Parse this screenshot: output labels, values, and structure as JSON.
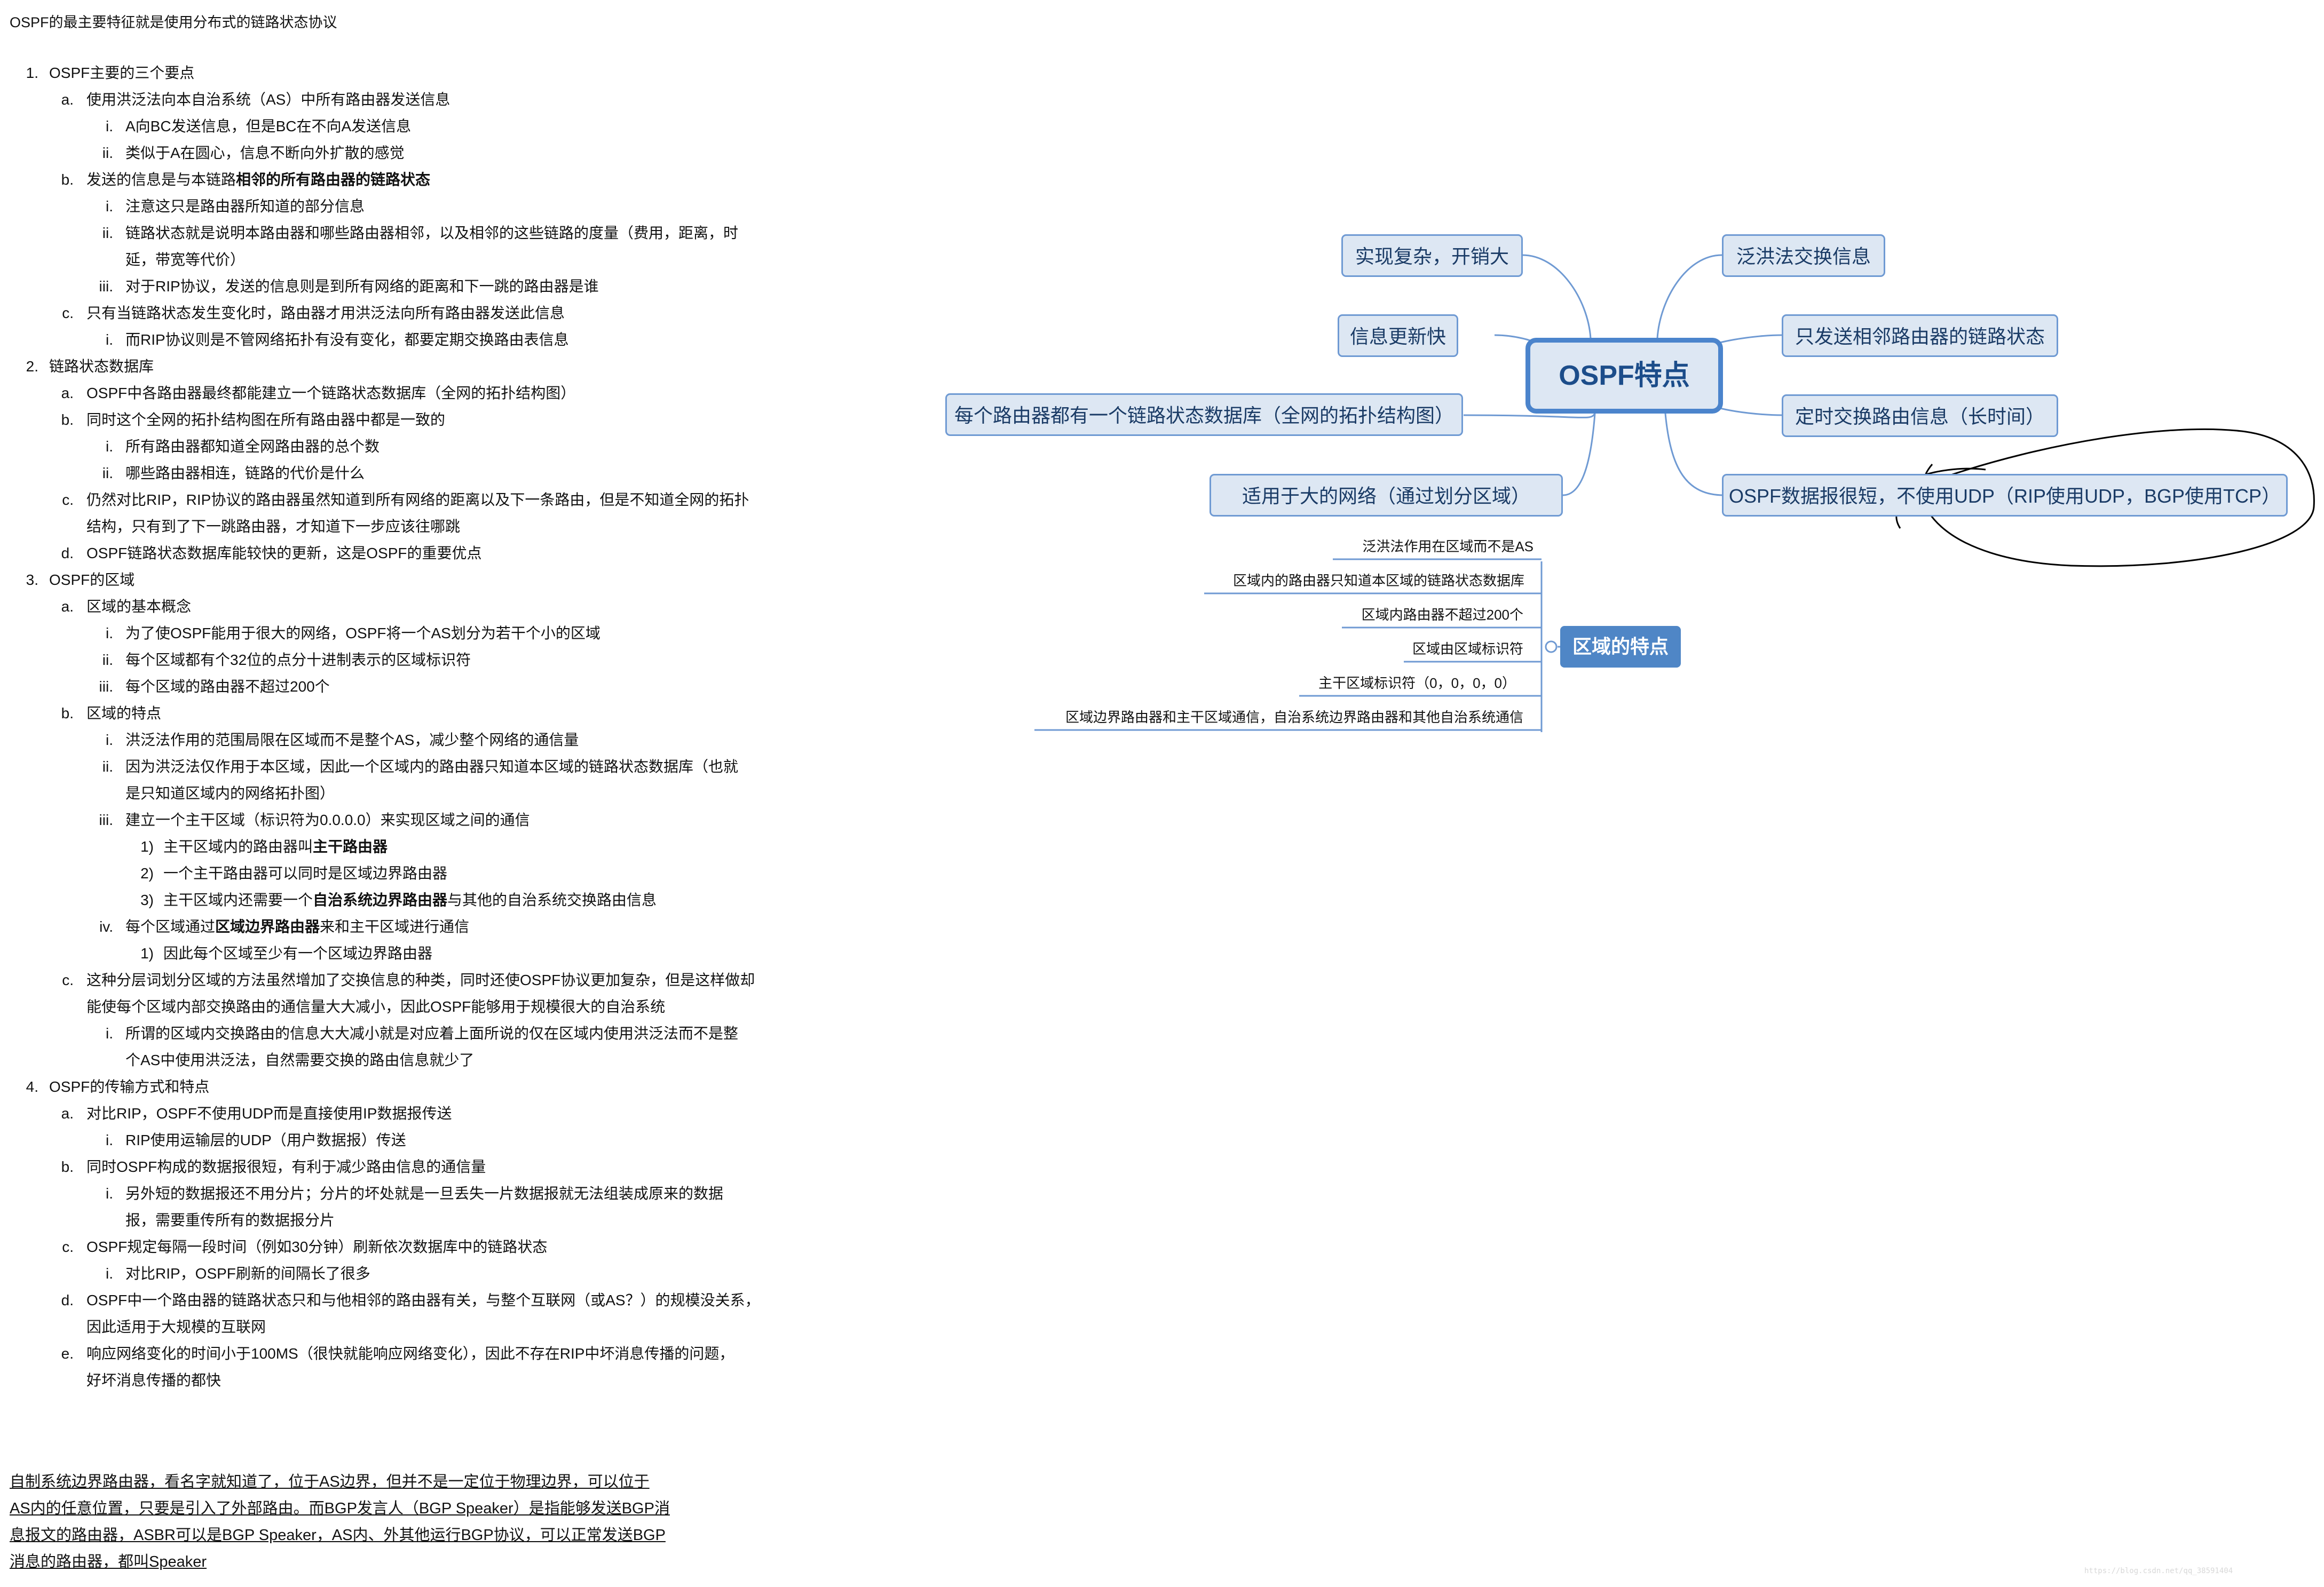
{
  "notes": {
    "title": "OSPF的最主要特征就是使用分布式的链路状态协议",
    "s1": {
      "marker": "1.",
      "label": "OSPF主要的三个要点",
      "a": {
        "marker": "a.",
        "label": "使用洪泛法向本自治系统（AS）中所有路由器发送信息",
        "i": {
          "marker": "i.",
          "label": "A向BC发送信息，但是BC在不向A发送信息"
        },
        "ii": {
          "marker": "ii.",
          "label": "类似于A在圆心，信息不断向外扩散的感觉"
        }
      },
      "b": {
        "marker": "b.",
        "label_pre": "发送的信息是与本链路",
        "label_bold": "相邻的所有路由器的链路状态",
        "i": {
          "marker": "i.",
          "label": "注意这只是路由器所知道的部分信息"
        },
        "ii": {
          "marker": "ii.",
          "label": "链路状态就是说明本路由器和哪些路由器相邻，以及相邻的这些链路的度量（费用，距离，时",
          "label2": "延，带宽等代价）"
        },
        "iii": {
          "marker": "iii.",
          "label": "对于RIP协议，发送的信息则是到所有网络的距离和下一跳的路由器是谁"
        }
      },
      "c": {
        "marker": "c.",
        "label": "只有当链路状态发生变化时，路由器才用洪泛法向所有路由器发送此信息",
        "i": {
          "marker": "i.",
          "label": "而RIP协议则是不管网络拓扑有没有变化，都要定期交换路由表信息"
        }
      }
    },
    "s2": {
      "marker": "2.",
      "label": "链路状态数据库",
      "a": {
        "marker": "a.",
        "label": "OSPF中各路由器最终都能建立一个链路状态数据库（全网的拓扑结构图）"
      },
      "b": {
        "marker": "b.",
        "label": "同时这个全网的拓扑结构图在所有路由器中都是一致的",
        "i": {
          "marker": "i.",
          "label": "所有路由器都知道全网路由器的总个数"
        },
        "ii": {
          "marker": "ii.",
          "label": "哪些路由器相连，链路的代价是什么"
        }
      },
      "c": {
        "marker": "c.",
        "label": "仍然对比RIP，RIP协议的路由器虽然知道到所有网络的距离以及下一条路由，但是不知道全网的拓扑",
        "label2": "结构，只有到了下一跳路由器，才知道下一步应该往哪跳"
      },
      "d": {
        "marker": "d.",
        "label": "OSPF链路状态数据库能较快的更新，这是OSPF的重要优点"
      }
    },
    "s3": {
      "marker": "3.",
      "label": "OSPF的区域",
      "a": {
        "marker": "a.",
        "label": "区域的基本概念",
        "i": {
          "marker": "i.",
          "label": "为了使OSPF能用于很大的网络，OSPF将一个AS划分为若干个小的区域"
        },
        "ii": {
          "marker": "ii.",
          "label": "每个区域都有个32位的点分十进制表示的区域标识符"
        },
        "iii": {
          "marker": "iii.",
          "label": "每个区域的路由器不超过200个"
        }
      },
      "b": {
        "marker": "b.",
        "label": "区域的特点",
        "i": {
          "marker": "i.",
          "label": "洪泛法作用的范围局限在区域而不是整个AS，减少整个网络的通信量"
        },
        "ii": {
          "marker": "ii.",
          "label": "因为洪泛法仅作用于本区域，因此一个区域内的路由器只知道本区域的链路状态数据库（也就",
          "label2": "是只知道区域内的网络拓扑图）"
        },
        "iii": {
          "marker": "iii.",
          "label": "建立一个主干区域（标识符为0.0.0.0）来实现区域之间的通信",
          "n1": {
            "marker": "1)",
            "label_pre": "主干区域内的路由器叫",
            "label_bold": "主干路由器"
          },
          "n2": {
            "marker": "2)",
            "label": "一个主干路由器可以同时是区域边界路由器"
          },
          "n3": {
            "marker": "3)",
            "label_pre": "主干区域内还需要一个",
            "label_bold": "自治系统边界路由器",
            "label_post": "与其他的自治系统交换路由信息"
          }
        },
        "iv": {
          "marker": "iv.",
          "label_pre": "每个区域通过",
          "label_bold": "区域边界路由器",
          "label_post": "来和主干区域进行通信",
          "n1": {
            "marker": "1)",
            "label": "因此每个区域至少有一个区域边界路由器"
          }
        }
      },
      "c": {
        "marker": "c.",
        "label": "这种分层词划分区域的方法虽然增加了交换信息的种类，同时还使OSPF协议更加复杂，但是这样做却",
        "label2": "能使每个区域内部交换路由的通信量大大减小，因此OSPF能够用于规模很大的自治系统",
        "i": {
          "marker": "i.",
          "label": "所谓的区域内交换路由的信息大大减小就是对应着上面所说的仅在区域内使用洪泛法而不是整",
          "label2": "个AS中使用洪泛法，自然需要交换的路由信息就少了"
        }
      }
    },
    "s4": {
      "marker": "4.",
      "label": "OSPF的传输方式和特点",
      "a": {
        "marker": "a.",
        "label": "对比RIP，OSPF不使用UDP而是直接使用IP数据报传送",
        "i": {
          "marker": "i.",
          "label": "RIP使用运输层的UDP（用户数据报）传送"
        }
      },
      "b": {
        "marker": "b.",
        "label": "同时OSPF构成的数据报很短，有利于减少路由信息的通信量",
        "i": {
          "marker": "i.",
          "label": "另外短的数据报还不用分片；分片的坏处就是一旦丢失一片数据报就无法组装成原来的数据",
          "label2": "报，需要重传所有的数据报分片"
        }
      },
      "c": {
        "marker": "c.",
        "label": "OSPF规定每隔一段时间（例如30分钟）刷新依次数据库中的链路状态",
        "i": {
          "marker": "i.",
          "label": "对比RIP，OSPF刷新的间隔长了很多"
        }
      },
      "d": {
        "marker": "d.",
        "label": "OSPF中一个路由器的链路状态只和与他相邻的路由器有关，与整个互联网（或AS？）的规模没关系，",
        "label2": "因此适用于大规模的互联网"
      },
      "e": {
        "marker": "e.",
        "label": "响应网络变化的时间小于100MS（很快就能响应网络变化），因此不存在RIP中坏消息传播的问题，",
        "label2": "好坏消息传播的都快"
      }
    },
    "footer": {
      "line1": "自制系统边界路由器，看名字就知道了，位于AS边界，但并不是一定位于物理边界，可以位于",
      "line2": "AS内的任意位置，只要是引入了外部路由。而BGP发言人（BGP Speaker）是指能够发送BGP消",
      "line3": "息报文的路由器，ASBR可以是BGP Speaker，AS内、外其他运行BGP协议，可以正常发送BGP",
      "line4": "消息的路由器，都叫Speaker"
    }
  },
  "mindmap": {
    "central": "OSPF特点",
    "left": [
      "实现复杂，开销大",
      "信息更新快",
      "每个路由器都有一个链路状态数据库（全网的拓扑结构图）",
      "适用于大的网络（通过划分区域）"
    ],
    "right": [
      "泛洪法交换信息",
      "只发送相邻路由器的链路状态",
      "定时交换路由信息（长时间）",
      "OSPF数据报很短，不使用UDP（RIP使用UDP，BGP使用TCP）"
    ],
    "region_topic": "区域的特点",
    "region_items": [
      "泛洪法作用在区域而不是AS",
      "区域内的路由器只知道本区域的链路状态数据库",
      "区域内路由器不超过200个",
      "区域由区域标识符",
      "主干区域标识符（0，0，0，0）",
      "区域边界路由器和主干区域通信，自治系统边界路由器和其他自治系统通信"
    ],
    "line_color": "#6f9ad3",
    "annotation_color": "#000000"
  },
  "watermark": "https://blog.csdn.net/qq_38591404"
}
